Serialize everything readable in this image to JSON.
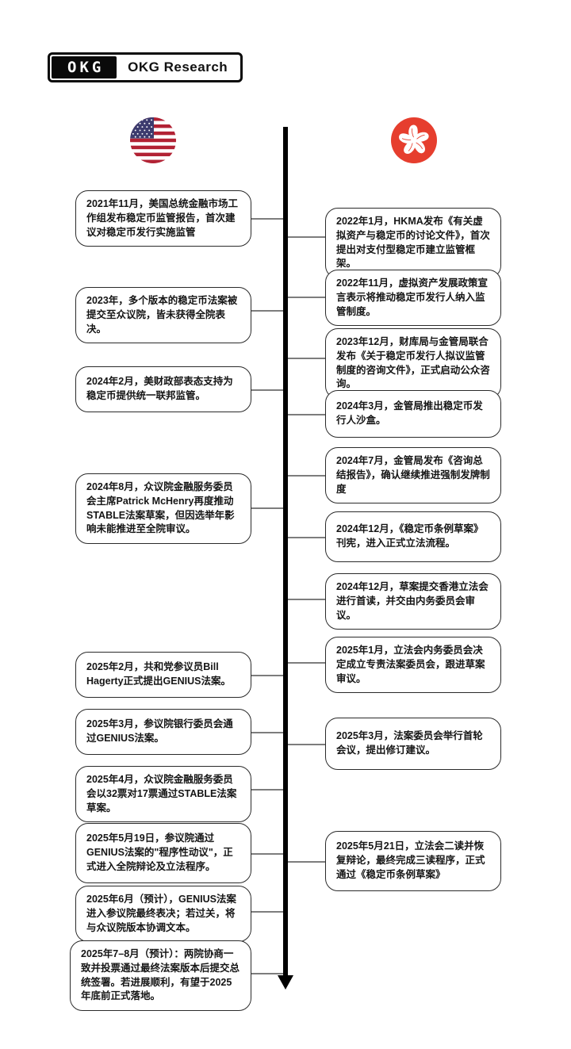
{
  "header": {
    "logo_mark": "OKG",
    "logo_text": "OKG Research"
  },
  "colors": {
    "axis_line": "#000000",
    "connector": "#7d7d7d",
    "box_border": "#2a2a2a",
    "us_flag_red": "#B22234",
    "us_flag_blue": "#3C3B6E",
    "hk_flag_red": "#E63E2E"
  },
  "timeline": {
    "left": {
      "flag": "us-flag",
      "items": [
        {
          "text": "2021年11月，美国总统金融市场工作组发布稳定币监管报告，首次建议对稳定币发行实施监管"
        },
        {
          "text": " 2023年，多个版本的稳定币法案被提交至众议院，皆未获得全院表决。"
        },
        {
          "text": "2024年2月，美财政部表态支持为稳定币提供统一联邦监管。"
        },
        {
          "text": "2024年8月，众议院金融服务委员会主席Patrick McHenry再度推动STABLE法案草案，但因选举年影响未能推进至全院审议。"
        },
        {
          "text": "2025年2月，共和党参议员Bill Hagerty正式提出GENIUS法案。"
        },
        {
          "text": "2025年3月，参议院银行委员会通过GENIUS法案。"
        },
        {
          "text": "2025年4月，众议院金融服务委员会以32票对17票通过STABLE法案草案。"
        },
        {
          "text": "2025年5月19日，参议院通过GENIUS法案的\"程序性动议\"，正式进入全院辩论及立法程序。"
        },
        {
          "text": "2025年6月（预计），GENIUS法案进入参议院最终表决；若过关，将与众议院版本协调文本。"
        },
        {
          "text": "2025年7–8月（预计）：两院协商一致并投票通过最终法案版本后提交总统签署。若进展顺利，有望于2025年底前正式落地。"
        }
      ]
    },
    "right": {
      "flag": "hk-flag",
      "items": [
        {
          "text": "2022年1月，HKMA发布《有关虚拟资产与稳定币的讨论文件》，首次提出对支付型稳定币建立监管框架。"
        },
        {
          "text": "2022年11月，虚拟资产发展政策宣言表示将推动稳定币发行人纳入监管制度。"
        },
        {
          "text": "2023年12月，财库局与金管局联合发布《关于稳定币发行人拟议监管制度的咨询文件》，正式启动公众咨询。"
        },
        {
          "text": "2024年3月，金管局推出稳定币发行人沙盒。"
        },
        {
          "text": "2024年7月，金管局发布《咨询总结报告》，确认继续推进强制发牌制度"
        },
        {
          "text": "2024年12月，《稳定币条例草案》刊宪，进入正式立法流程。"
        },
        {
          "text": "2024年12月，草案提交香港立法会进行首读，并交由内务委员会审议。"
        },
        {
          "text": "2025年1月，立法会内务委员会决定成立专责法案委员会，跟进草案审议。"
        },
        {
          "text": "2025年3月，法案委员会举行首轮会议，提出修订建议。"
        },
        {
          "text": "2025年5月21日，立法会二读并恢复辩论，最终完成三读程序，正式通过《稳定币条例草案》"
        }
      ]
    }
  }
}
